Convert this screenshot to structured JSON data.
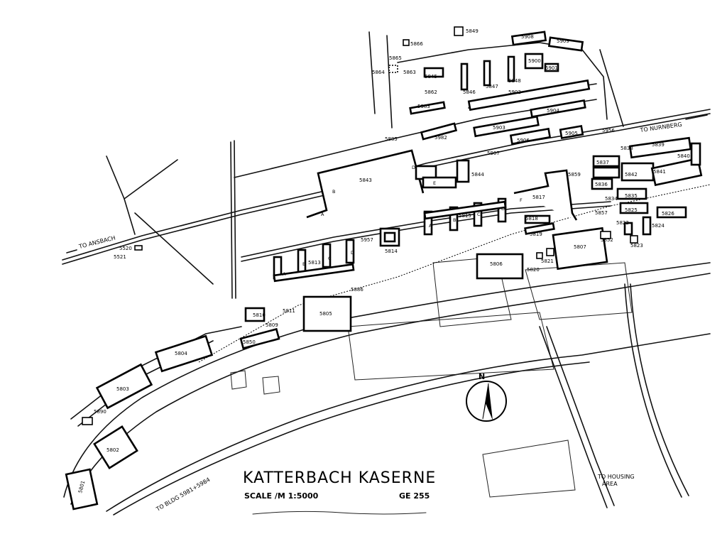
{
  "title": "KATTERBACH KASERNE",
  "scale": "SCALE /M 1:5000",
  "code": "GE 255",
  "north": "N",
  "directions": {
    "ansbach": "TO ANSBACH",
    "nurnberg": "TO NURNBERG",
    "housing_1": "TO HOUSING",
    "housing_2": "AREA",
    "bldg": "TO BLDG 5981+5984"
  },
  "buildings": {
    "b5801": "5801",
    "b5802": "5802",
    "b5803": "5803",
    "b5804": "5804",
    "b5805": "5805",
    "b5806": "5806",
    "b5807": "5807",
    "b5809": "5809",
    "b5810": "5810",
    "b5811": "5811",
    "b5813": "5813",
    "b5814": "5814",
    "b5815": "5815",
    "b5817": "5817",
    "b5818": "5818",
    "b5819": "5819",
    "b5820": "5820",
    "b5821": "5821",
    "b5822": "5822",
    "b5823": "5823",
    "b5824": "5824",
    "b5825": "5825",
    "b5826": "5826",
    "b5834": "5834",
    "b5835": "5835",
    "b5836": "5836",
    "b5837": "5837",
    "b5838": "5838",
    "b5839": "5839",
    "b5840": "5840",
    "b5841": "5841",
    "b5842": "5842",
    "b5843": "5843",
    "b5844": "5844",
    "b5845": "5845",
    "b5846": "5846",
    "b5847": "5847",
    "b5848": "5848",
    "b5849": "5849",
    "b5850": "5850",
    "b5852": "5852",
    "b5857": "5857",
    "b5859": "5859",
    "b5862": "5862",
    "b5863": "5863",
    "b5864": "5864",
    "b5865": "5865",
    "b5866": "5866",
    "b5885": "5885",
    "b5886": "5886",
    "b5890": "5890",
    "b5900": "5900",
    "b5901": "5901",
    "b5902": "5902",
    "b5903": "5903",
    "b5904": "5904",
    "b5905": "5905",
    "b5906": "5906",
    "b5907": "5907",
    "b5908": "5908",
    "b5909": "5909",
    "b5956": "5956",
    "b5957": "5957",
    "b5982": "5982",
    "b5983": "5983",
    "b5520": "5520",
    "b5521": "5521"
  },
  "wings": {
    "a": "A",
    "b": "B",
    "c": "C",
    "d": "D",
    "e": "E",
    "f": "F"
  }
}
